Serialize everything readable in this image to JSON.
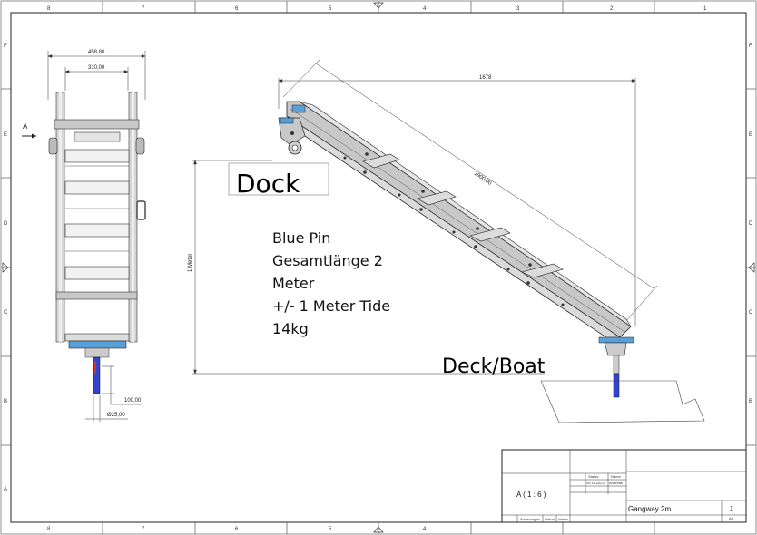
{
  "labels": {
    "dock": "Dock",
    "deck_boat": "Deck/Boat",
    "note_lines": [
      "Blue Pin",
      "Gesamtlänge 2",
      "Meter",
      "+/- 1 Meter Tide",
      "14kg"
    ],
    "view_arrow": "A",
    "scale": "A ( 1 : 6 )"
  },
  "dimensions": {
    "width_outer": "458,80",
    "width_inner": "310,00",
    "pin_length": "100,00",
    "pin_diameter": "Ø25,00",
    "horizontal_length": "1678",
    "slope_length": "1900,00",
    "tide": "1 Meter"
  },
  "frame": {
    "cols_top": [
      "8",
      "7",
      "6",
      "5",
      "4",
      "3",
      "2",
      "1"
    ],
    "rows_left": [
      "F",
      "E",
      "D",
      "C",
      "B",
      "A"
    ]
  },
  "title_block": {
    "title": "Gangway 2m",
    "sheet": "1",
    "size": "A3",
    "status_header": "Status",
    "name_header": "Name",
    "date": "09.11.2023",
    "author": "Andreas",
    "changes_header": "Änderungen",
    "date_header": "Datum",
    "name_col": "Name"
  },
  "colors": {
    "pin_blue": "#3344cc",
    "plate_blue": "#5aa0d8",
    "frame_gray": "#c8c8c8"
  }
}
